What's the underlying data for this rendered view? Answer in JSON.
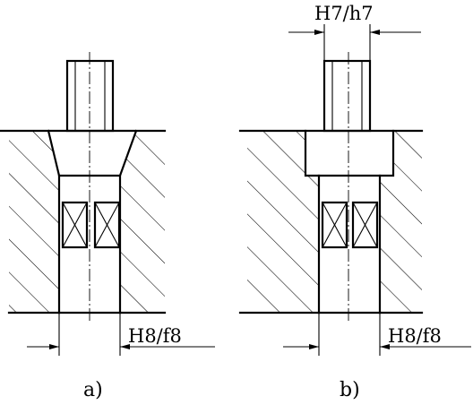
{
  "figure_a": {
    "fit_bottom": "H8/f8",
    "caption": "a)"
  },
  "figure_b": {
    "fit_top": "H7/h7",
    "fit_bottom": "H8/f8",
    "caption": "b)"
  }
}
